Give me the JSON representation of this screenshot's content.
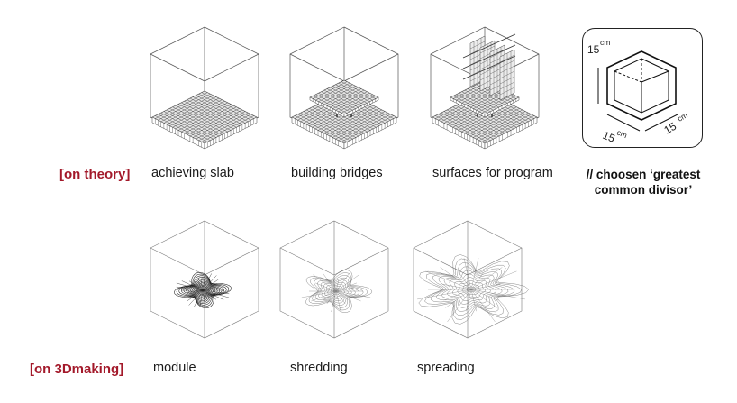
{
  "rows": [
    {
      "title": "[on theory]",
      "items": [
        {
          "label": "achieving slab"
        },
        {
          "label": "building bridges"
        },
        {
          "label": "surfaces for program"
        }
      ]
    },
    {
      "title": "[on 3Dmaking]",
      "items": [
        {
          "label": "module"
        },
        {
          "label": "shredding"
        },
        {
          "label": "spreading"
        }
      ]
    }
  ],
  "divisor": {
    "note_line1": "// choosen ‘greatest",
    "note_line2": "common divisor’",
    "dims": [
      {
        "value": "15",
        "unit": "cm"
      },
      {
        "value": "15",
        "unit": "cm"
      },
      {
        "value": "15",
        "unit": "cm"
      }
    ]
  },
  "colors": {
    "accent": "#a3192a",
    "line": "#555555",
    "grid": "#444444"
  }
}
